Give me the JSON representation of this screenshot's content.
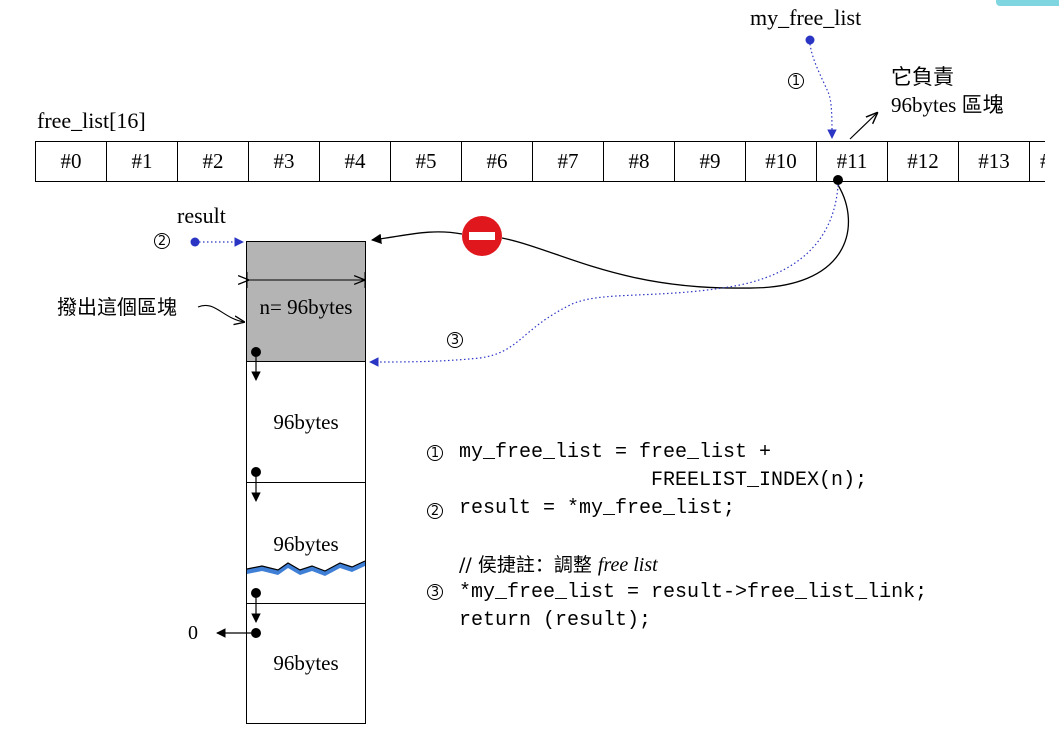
{
  "array": {
    "title": "free_list[16]",
    "cells": [
      "#0",
      "#1",
      "#2",
      "#3",
      "#4",
      "#5",
      "#6",
      "#7",
      "#8",
      "#9",
      "#10",
      "#11",
      "#12",
      "#13",
      "#"
    ]
  },
  "pointer_label": "my_free_list",
  "annotation": {
    "line1": "它負責",
    "line2": "96bytes 區塊"
  },
  "result_label": "result",
  "extract_label": "撥出這個區塊",
  "blocks": {
    "first": "n= 96bytes",
    "second": "96bytes",
    "third": "96bytes",
    "fourth": "96bytes"
  },
  "null_label": "0",
  "step_numbers": {
    "one": "1",
    "two": "2",
    "three": "3"
  },
  "code": {
    "line1": "my_free_list = free_list +",
    "line2": "                FREELIST_INDEX(n);",
    "line3": "result = *my_free_list;",
    "comment_prefix": "// 侯捷註：調整 ",
    "comment_em": "free list",
    "line4": "*my_free_list = result->free_list_link;",
    "line5": "return (result);"
  },
  "colors": {
    "blue_dotted": "#2b35c4",
    "stop_red": "#e0171d",
    "block_gray": "#b4b4b4",
    "tear_blue": "#3f7fd6"
  }
}
